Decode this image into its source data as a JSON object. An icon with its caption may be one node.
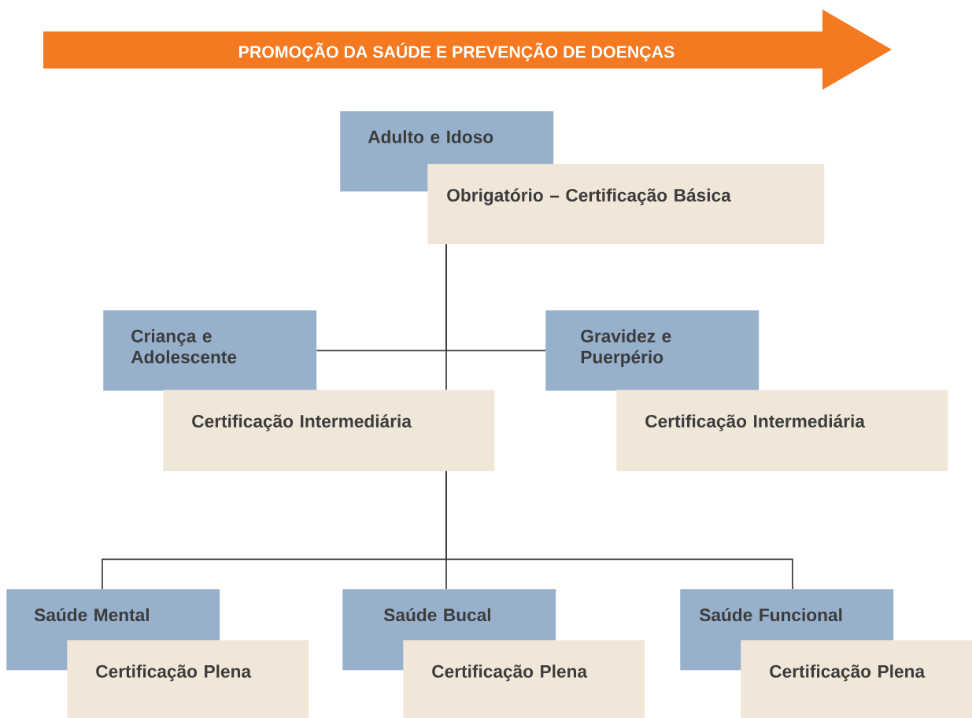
{
  "diagram": {
    "nodes": [
      {
        "text": [
          "PROMOÇÃO DA SAÚDE E PREVENÇÃO DE DOENÇAS"
        ]
      },
      {
        "text": [
          "Adulto e Idoso"
        ]
      },
      {
        "text": [
          "Obrigatório – Certificação Básica"
        ]
      },
      {
        "text": [
          "Criança e Adolescente"
        ]
      },
      {
        "text": [
          "Gravidez e Puerpério"
        ]
      },
      {
        "text": [
          "Certificação Intermediária"
        ]
      },
      {
        "text": [
          "Certificação Intermediária"
        ]
      },
      {
        "text": [
          "Saúde Mental"
        ]
      },
      {
        "text": [
          "Certificação Plena"
        ]
      },
      {
        "text": [
          "Saúde Bucal"
        ]
      },
      {
        "text": [
          "Certificação Plena"
        ]
      },
      {
        "text": [
          "Saúde Funcional"
        ]
      },
      {
        "text": [
          "Certificação Plena"
        ]
      }
    ],
    "edges": [
      {
        "from": 2,
        "to": 3,
        "arrow": "none"
      },
      {
        "from": 2,
        "to": 4,
        "arrow": "none"
      },
      {
        "from": 2,
        "to": 5,
        "arrow": "none"
      },
      {
        "from": 5,
        "to": 7,
        "arrow": "none"
      },
      {
        "from": 5,
        "to": 9,
        "arrow": "none"
      },
      {
        "from": 5,
        "to": 11,
        "arrow": "none"
      }
    ]
  }
}
